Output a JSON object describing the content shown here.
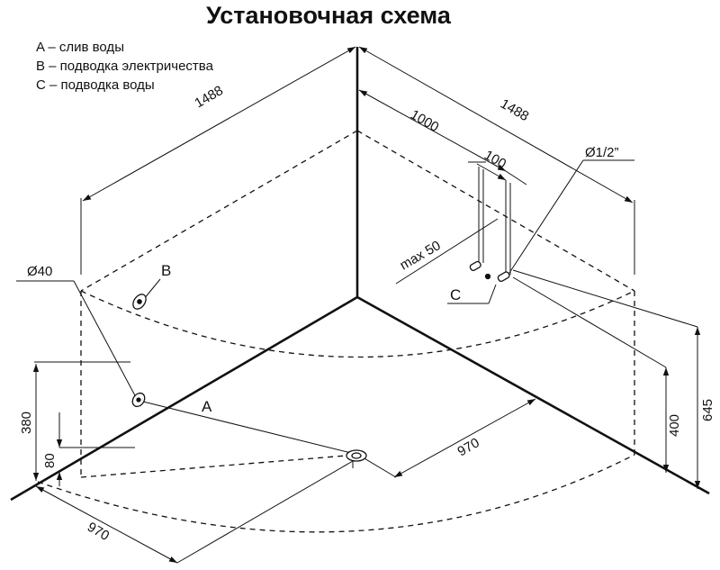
{
  "title": "Установочная схема",
  "legend": [
    "A – слив воды",
    "B – подводка электричества",
    "C – подводка воды"
  ],
  "labels": {
    "dim_1488_left": "1488",
    "dim_1488_right": "1488",
    "dim_1000": "1000",
    "dim_100": "100",
    "dim_max50": "max 50",
    "dim_d12": "Ø1/2”",
    "dim_d40": "Ø40",
    "point_b": "B",
    "point_a": "A",
    "point_c": "C",
    "dim_380": "380",
    "dim_80": "80",
    "dim_970_right": "970",
    "dim_970_left": "970",
    "dim_400": "400",
    "dim_645": "645"
  }
}
